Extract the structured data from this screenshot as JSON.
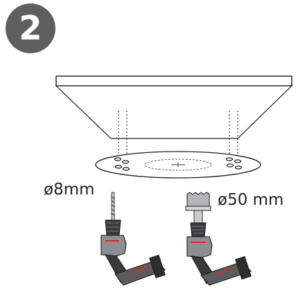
{
  "step": {
    "number": "2"
  },
  "labels": {
    "drill_8": "ø8mm",
    "drill_50": "ø50 mm"
  },
  "icons": {
    "drill_small_bit": "drill-with-twist-bit-icon",
    "drill_hole_saw": "drill-with-hole-saw-icon"
  },
  "colors": {
    "badge": "#5f5f60",
    "drill_body": "#8e8e92",
    "drill_grip": "#3a3a3c",
    "drill_accent": "#c83028",
    "line": "#1a1a1a"
  }
}
